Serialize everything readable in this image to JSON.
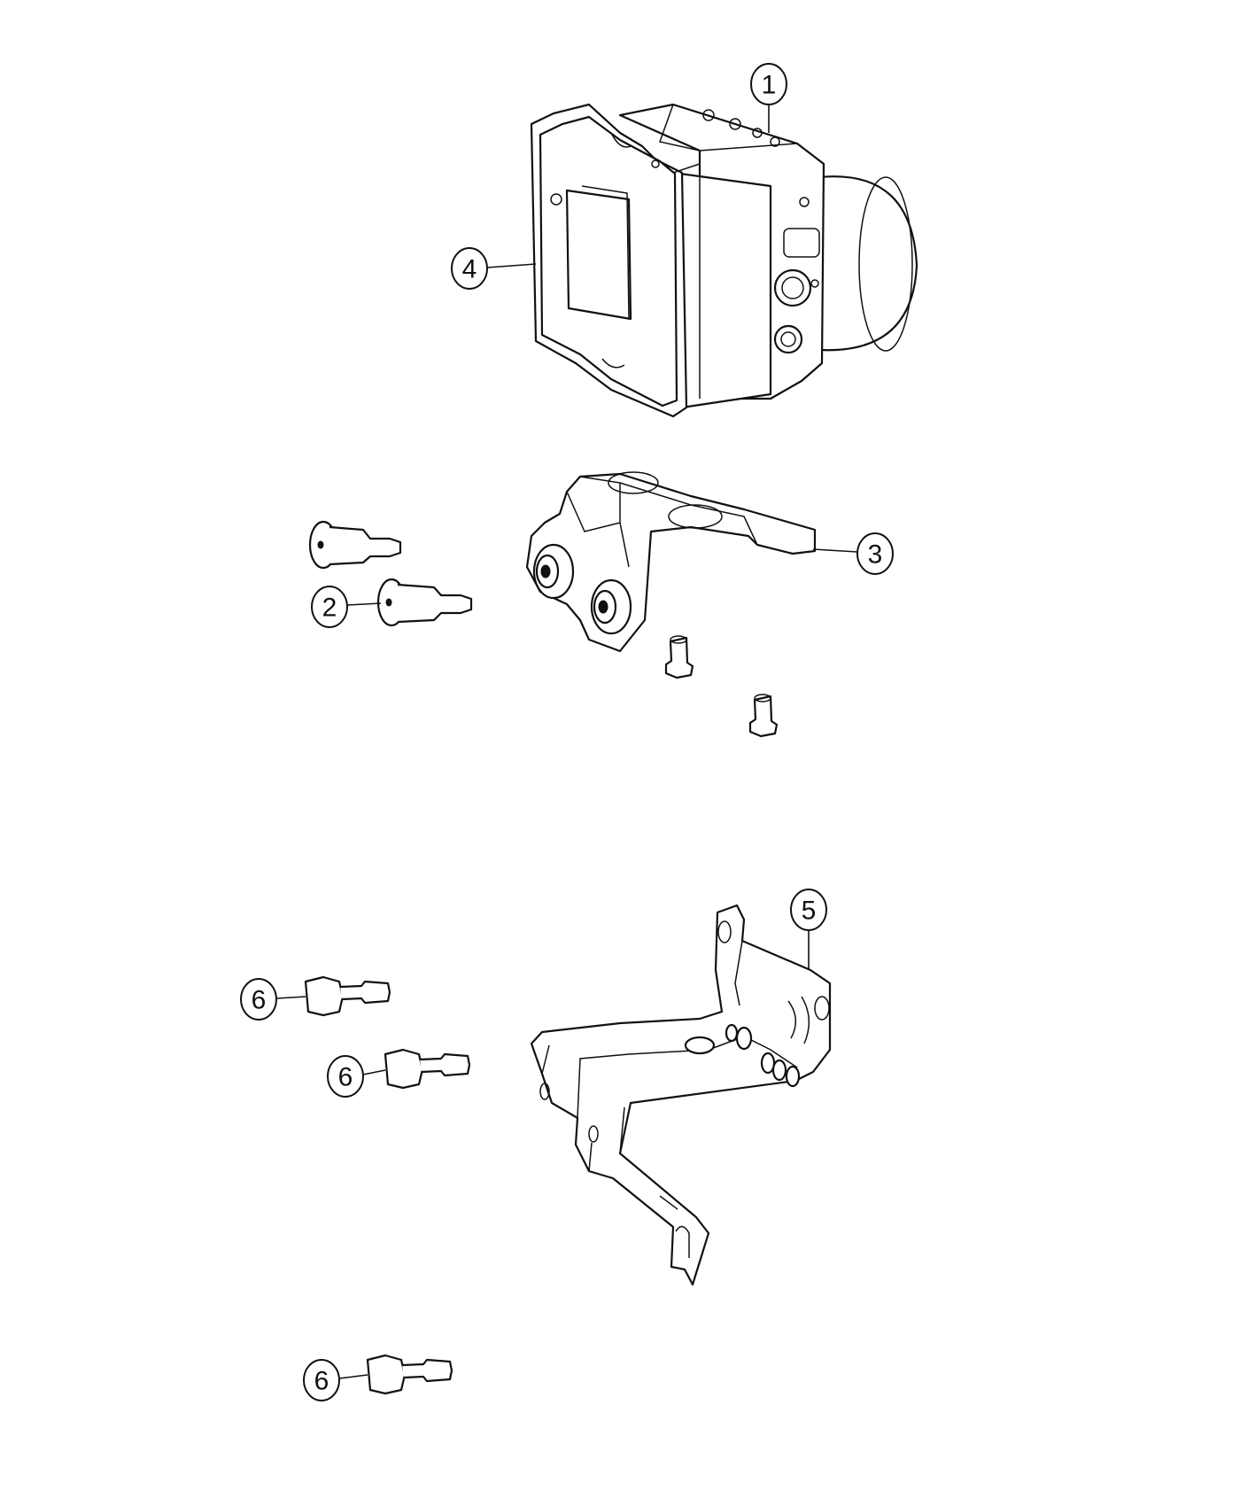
{
  "callouts": {
    "c1": "1",
    "c2": "2",
    "c3": "3",
    "c4": "4",
    "c5": "5",
    "c6a": "6",
    "c6b": "6",
    "c6c": "6"
  },
  "colors": {
    "line": "#111111",
    "background": "#ffffff"
  }
}
